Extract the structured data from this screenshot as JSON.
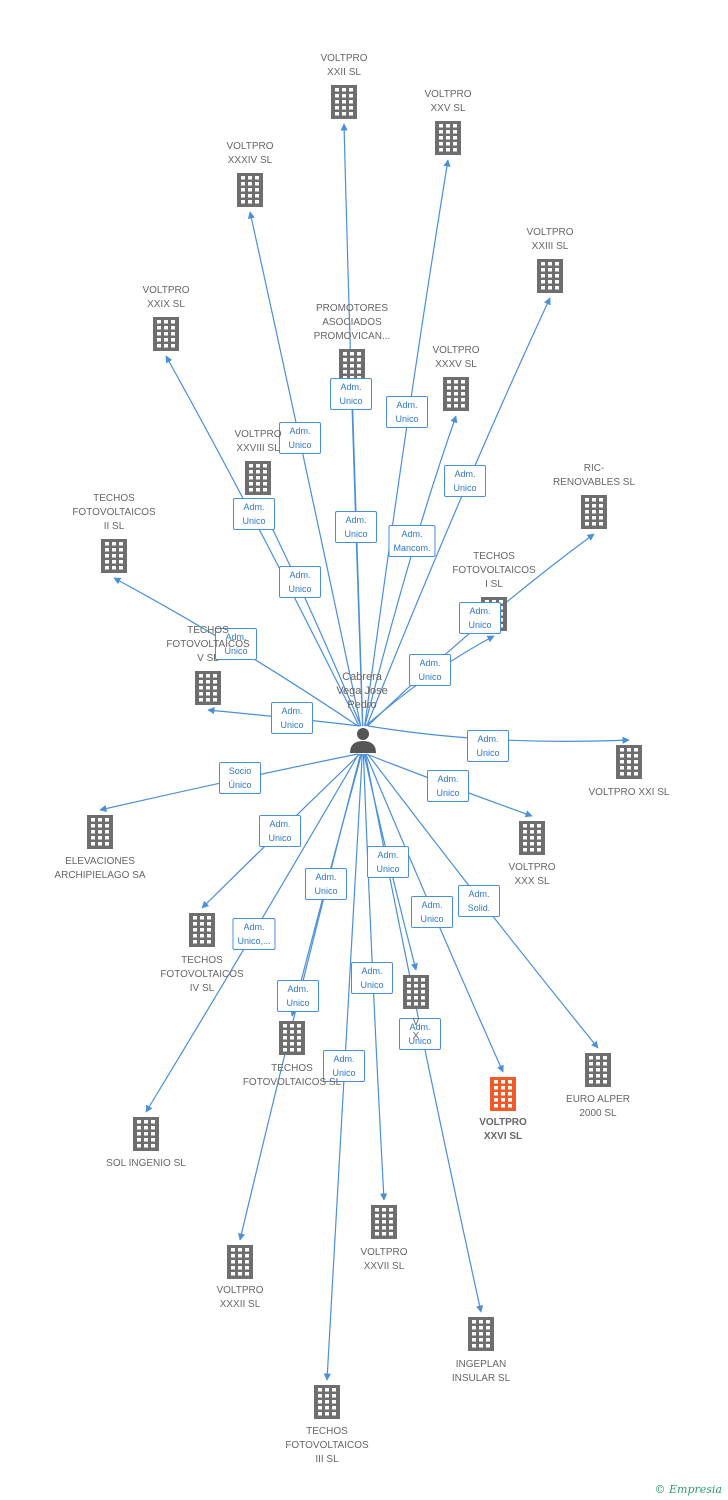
{
  "colors": {
    "edge": "#4a8fd8",
    "company": "#6e6e6e",
    "highlight": "#f05a28",
    "person": "#555555"
  },
  "person": {
    "label": "Cabrera\nVega Jose\nPedro"
  },
  "companies": [
    {
      "id": "xxii",
      "label": "VOLTPRO\nXXII SL"
    },
    {
      "id": "xxv",
      "label": "VOLTPRO\nXXV SL"
    },
    {
      "id": "xxxiv",
      "label": "VOLTPRO\nXXXIV SL"
    },
    {
      "id": "xxiii",
      "label": "VOLTPRO\nXXIII SL"
    },
    {
      "id": "xxix",
      "label": "VOLTPRO\nXXIX SL"
    },
    {
      "id": "promotores",
      "label": "PROMOTORES\nASOCIADOS\nPROMOVICAN..."
    },
    {
      "id": "xxxv",
      "label": "VOLTPRO\nXXXV SL"
    },
    {
      "id": "xxviii",
      "label": "VOLTPRO\nXXVIII SL"
    },
    {
      "id": "ric",
      "label": "RIC-\nRENOVABLES SL"
    },
    {
      "id": "techos2",
      "label": "TECHOS\nFOTOVOLTAICOS\nII SL"
    },
    {
      "id": "techos1",
      "label": "TECHOS\nFOTOVOLTAICOS\nI SL"
    },
    {
      "id": "techos5",
      "label": "TECHOS\nFOTOVOLTAICOS\nV SL"
    },
    {
      "id": "xxi",
      "label": "VOLTPRO XXI SL"
    },
    {
      "id": "xxx",
      "label": "VOLTPRO\nXXX SL"
    },
    {
      "id": "elevaciones",
      "label": "ELEVACIONES\nARCHIPIELAGO SA"
    },
    {
      "id": "techos4",
      "label": "TECHOS\nFOTOVOLTAICOS\nIV SL"
    },
    {
      "id": "euro",
      "label": "EURO ALPER\n2000 SL"
    },
    {
      "id": "vx",
      "label": "V\nX"
    },
    {
      "id": "techos6",
      "label": "TECHOS\nFOTOVOLTAICOS SL"
    },
    {
      "id": "xxvi",
      "label": "VOLTPRO\nXXVI SL",
      "highlight": true
    },
    {
      "id": "sol",
      "label": "SOL INGENIO SL"
    },
    {
      "id": "xxvii",
      "label": "VOLTPRO\nXXVII SL"
    },
    {
      "id": "xxxii",
      "label": "VOLTPRO\nXXXII SL"
    },
    {
      "id": "ingeplan",
      "label": "INGEPLAN\nINSULAR SL"
    },
    {
      "id": "techos3",
      "label": "TECHOS\nFOTOVOLTAICOS\nIII SL"
    }
  ],
  "relations": [
    {
      "target": "xxii",
      "label": "Adm.\nUnico"
    },
    {
      "target": "xxv",
      "label": "Adm.\nUnico"
    },
    {
      "target": "xxxiv",
      "label": "Adm.\nUnico"
    },
    {
      "target": "xxiii",
      "label": "Adm.\nUnico"
    },
    {
      "target": "xxix",
      "label": "Adm.\nUnico"
    },
    {
      "target": "promotores",
      "label": "Adm.\nUnico"
    },
    {
      "target": "xxxv",
      "label": "Adm.\nMancom."
    },
    {
      "target": "xxviii",
      "label": "Adm.\nUnico"
    },
    {
      "target": "ric",
      "label": "Adm.\nUnico"
    },
    {
      "target": "techos2",
      "label": "Adm.\nUnico"
    },
    {
      "target": "techos1",
      "label": "Adm.\nUnico"
    },
    {
      "target": "techos5",
      "label": "Adm.\nUnico"
    },
    {
      "target": "xxi",
      "label": "Adm.\nUnico"
    },
    {
      "target": "xxx",
      "label": "Adm.\nUnico"
    },
    {
      "target": "elevaciones",
      "label": "Socio\nÚnico"
    },
    {
      "target": "techos4",
      "label": "Adm.\nUnico"
    },
    {
      "target": "euro",
      "label": "Adm.\nSolid."
    },
    {
      "target": "vx",
      "label": "Adm.\nUnico"
    },
    {
      "target": "techos6",
      "label": "Adm.\nUnico"
    },
    {
      "target": "xxvi",
      "label": "Adm.\nUnico"
    },
    {
      "target": "sol",
      "label": "Adm.\nUnico,..."
    },
    {
      "target": "xxvii",
      "label": "Adm.\nUnico"
    },
    {
      "target": "xxxii",
      "label": "Adm.\nUnico"
    },
    {
      "target": "ingeplan",
      "label": "Adm.\nUnico"
    },
    {
      "target": "techos3",
      "label": "Adm.\nUnico"
    }
  ],
  "footer": {
    "copyright": "©",
    "brand": "Empresia"
  }
}
